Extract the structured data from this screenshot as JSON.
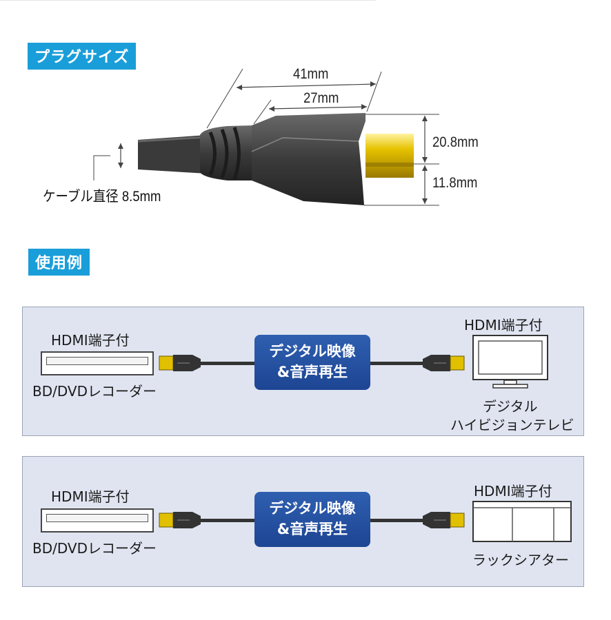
{
  "sections": {
    "plug_size": "プラグサイズ",
    "usage_example": "使用例"
  },
  "plug_diagram": {
    "length_total": "41mm",
    "length_body": "27mm",
    "height_outer": "20.8mm",
    "height_inner": "11.8mm",
    "cable_diameter": "ケーブル直径 8.5mm"
  },
  "examples": [
    {
      "left_top_label": "HDMI端子付",
      "left_bottom_label": "BD/DVDレコーダー",
      "badge_line1": "デジタル映像",
      "badge_line2": "&音声再生",
      "right_top_label": "HDMI端子付",
      "right_bottom_line1": "デジタル",
      "right_bottom_line2": "ハイビジョンテレビ"
    },
    {
      "left_top_label": "HDMI端子付",
      "left_bottom_label": "BD/DVDレコーダー",
      "badge_line1": "デジタル映像",
      "badge_line2": "&音声再生",
      "right_top_label": "HDMI端子付",
      "right_bottom_label": "ラックシアター"
    }
  ],
  "colors": {
    "section_tag": "#1a9ed9",
    "panel_bg": "#dfe4f0",
    "badge": "#2350a0",
    "plug_gold": "#d8b400"
  }
}
